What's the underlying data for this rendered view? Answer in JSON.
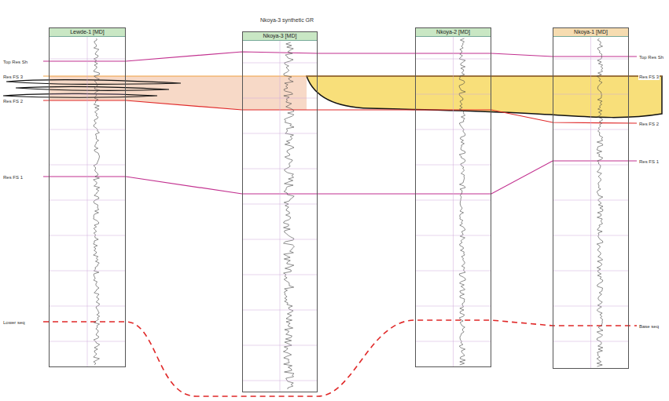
{
  "diagram": {
    "nodes": [
      {
        "text": [
          "Lewde-1 [MD]"
        ]
      },
      {
        "text": [
          "Nkoya-3 [MD]"
        ]
      },
      {
        "text": [
          "Nkoya-2 [MD]"
        ]
      },
      {
        "text": [
          "Nkoya-1 [MD]"
        ]
      }
    ],
    "labels": [
      "Nkoya-3 synthetic GR",
      "Top Res Sh",
      "Res FS 3",
      "Res FS 2",
      "Res FS 1",
      "Lower seq",
      "Top Res Sh",
      "Res FS 3",
      "Res FS 2",
      "Res FS 1",
      "Base seq"
    ]
  }
}
